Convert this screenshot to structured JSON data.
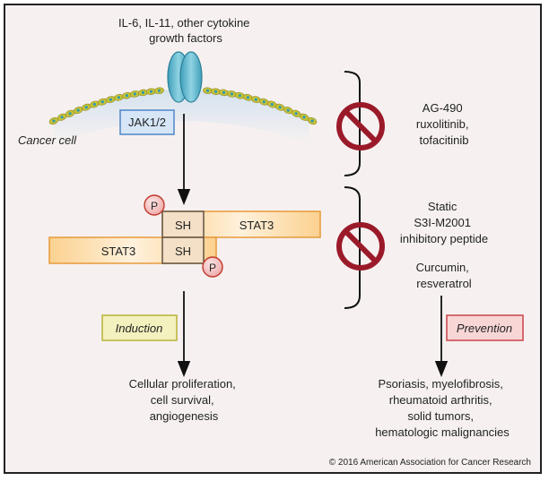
{
  "top_label": [
    "IL-6, IL-11, other cytokine",
    "growth factors"
  ],
  "cancer_cell_label": "Cancer cell",
  "jak_label": "JAK1/2",
  "stat3_top": "STAT3",
  "stat3_bottom": "STAT3",
  "sh_top": "SH",
  "sh_bottom": "SH",
  "p_top": "P",
  "p_bottom": "P",
  "inhibitors_jak": [
    "AG-490",
    "ruxolitinib,",
    "tofacitinib"
  ],
  "inhibitors_stat": [
    "Static",
    "S3I-M2001",
    "inhibitory peptide"
  ],
  "inhibitors_other": [
    "Curcumin,",
    "resveratrol"
  ],
  "induction_label": "Induction",
  "prevention_label": "Prevention",
  "outcomes_induction": [
    "Cellular proliferation,",
    "cell survival,",
    "angiogenesis"
  ],
  "outcomes_prevention": [
    "Psoriasis, myelofibrosis,",
    "rheumatoid arthritis,",
    "solid tumors,",
    "hematologic malignancies"
  ],
  "copyright": "© 2016 American Association for Cancer Research",
  "colors": {
    "background": "#f6f1f0",
    "membrane_bead": "#c8c23a",
    "membrane_dot": "#2e9bb0",
    "receptor": "#5cb8cf",
    "jak_fill": "#d6e6f7",
    "jak_border": "#4f86c9",
    "stat_fill": "#fde3b8",
    "stat_border": "#e79a3a",
    "sh_fill": "#f4e0c6",
    "p_fill": "#f3c4c4",
    "p_border": "#c0392b",
    "prohibit": "#9b1a2a",
    "induction_fill": "#f3f1be",
    "induction_border": "#b8b13a",
    "prevention_fill": "#f9d6d6",
    "prevention_border": "#c9424a"
  }
}
